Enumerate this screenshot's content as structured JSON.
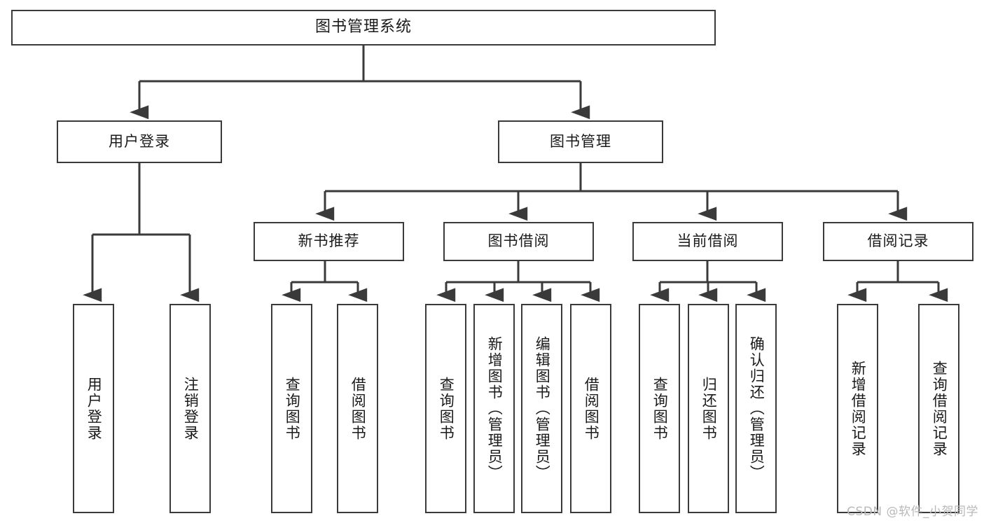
{
  "diagram": {
    "type": "tree",
    "title": "图书管理系统",
    "nodes": {
      "root": {
        "label": "图书管理系统"
      },
      "level2": [
        {
          "label": "用户登录"
        },
        {
          "label": "图书管理"
        }
      ],
      "level3": [
        {
          "label": "新书推荐"
        },
        {
          "label": "图书借阅"
        },
        {
          "label": "当前借阅"
        },
        {
          "label": "借阅记录"
        }
      ],
      "leaves": {
        "user_login": [
          {
            "label": "用户登录"
          },
          {
            "label": "注销登录"
          }
        ],
        "new_book": [
          {
            "label": "查询图书"
          },
          {
            "label": "借阅图书"
          }
        ],
        "borrow_book": [
          {
            "label": "查询图书"
          },
          {
            "label": "新增图书（管理员）"
          },
          {
            "label": "编辑图书（管理员）"
          },
          {
            "label": "借阅图书"
          }
        ],
        "current_borrow": [
          {
            "label": "查询图书"
          },
          {
            "label": "归还图书"
          },
          {
            "label": "确认归还（管理员）"
          }
        ],
        "borrow_record": [
          {
            "label": "新增借阅记录"
          },
          {
            "label": "查询借阅记录"
          }
        ]
      }
    },
    "colors": {
      "stroke": "#3a3a3a",
      "fill": "#ffffff",
      "text": "#1a1a1a",
      "watermark": "#b9b9b9"
    }
  },
  "watermark": {
    "text": "CSDN @软件_小贺同学"
  }
}
